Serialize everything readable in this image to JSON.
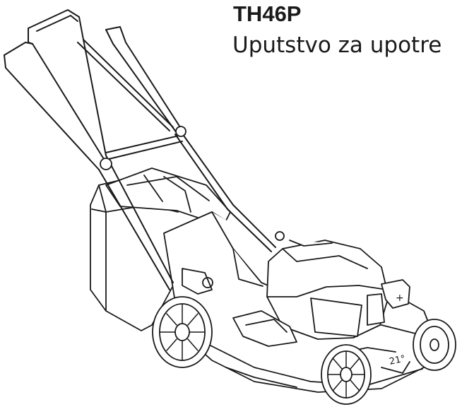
{
  "document": {
    "model": "TH46P",
    "subtitle": "Uputstvo za upotre"
  },
  "illustration": {
    "icon": "lawn-mower-icon",
    "deck_label": "21°",
    "battery_symbol": "+"
  }
}
